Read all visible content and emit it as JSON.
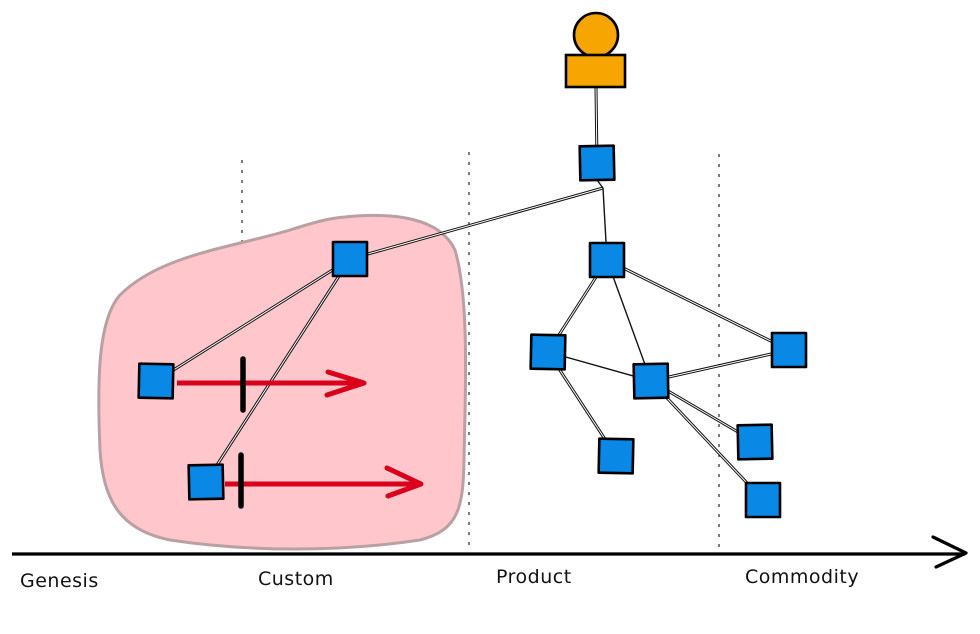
{
  "title": "Wardley map: value chain with inertia on custom-built components",
  "axis": {
    "stages": [
      "Genesis",
      "Custom",
      "Product",
      "Commodity"
    ],
    "arrow": "evolution-axis"
  },
  "colors": {
    "user": "#f7a500",
    "component": "#0a88e6",
    "region_fill": "#ffc7cc",
    "region_stroke": "#b8a0a3",
    "movement_arrow": "#d9001b",
    "inertia_bar": "#000000",
    "separator": "#555a66"
  },
  "user": {
    "label": "",
    "icon": "user-actor-icon"
  },
  "region": {
    "label": "",
    "meaning": "highlighted group of custom components"
  },
  "components": [
    {
      "id": "top"
    },
    {
      "id": "custom-parent"
    },
    {
      "id": "genesis-left"
    },
    {
      "id": "custom-lower"
    },
    {
      "id": "product-parent"
    },
    {
      "id": "product-left"
    },
    {
      "id": "product-mid"
    },
    {
      "id": "commodity-right"
    },
    {
      "id": "product-leaf"
    },
    {
      "id": "commodity-a"
    },
    {
      "id": "commodity-b"
    }
  ],
  "links": [
    [
      "user",
      "top"
    ],
    [
      "top",
      "custom-parent"
    ],
    [
      "top",
      "product-parent"
    ],
    [
      "custom-parent",
      "genesis-left"
    ],
    [
      "custom-parent",
      "custom-lower"
    ],
    [
      "product-parent",
      "product-left"
    ],
    [
      "product-parent",
      "product-mid"
    ],
    [
      "product-parent",
      "commodity-right"
    ],
    [
      "product-left",
      "product-mid"
    ],
    [
      "product-left",
      "product-leaf"
    ],
    [
      "product-mid",
      "commodity-right"
    ],
    [
      "product-mid",
      "commodity-a"
    ],
    [
      "product-mid",
      "commodity-b"
    ]
  ],
  "movements": [
    {
      "from": "genesis-left",
      "inertia": true
    },
    {
      "from": "custom-lower",
      "inertia": true
    }
  ]
}
